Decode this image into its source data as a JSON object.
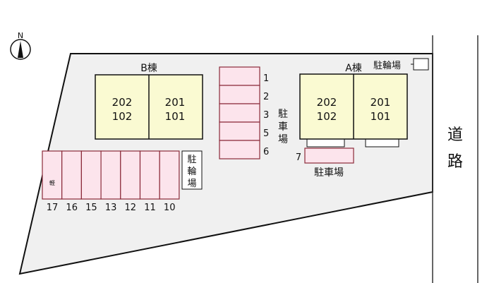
{
  "compass": {
    "label": "N"
  },
  "road": {
    "label_1": "道",
    "label_2": "路"
  },
  "building_b": {
    "title": "B棟",
    "units": [
      {
        "upper": "202",
        "lower": "102"
      },
      {
        "upper": "201",
        "lower": "101"
      }
    ]
  },
  "building_a": {
    "title": "A棟",
    "units": [
      {
        "upper": "202",
        "lower": "102"
      },
      {
        "upper": "201",
        "lower": "101"
      }
    ]
  },
  "parking_center": {
    "numbers": [
      "1",
      "2",
      "3",
      "5",
      "6"
    ],
    "label": [
      "駐",
      "車",
      "場"
    ]
  },
  "parking_a": {
    "number": "7",
    "label": "駐車場"
  },
  "parking_bottom": {
    "numbers": [
      "17",
      "16",
      "15",
      "13",
      "12",
      "11",
      "10"
    ],
    "kei_label": "軽"
  },
  "bicycle_b": {
    "label": [
      "駐",
      "輪",
      "場"
    ]
  },
  "bicycle_a": {
    "label": "駐輪場"
  },
  "colors": {
    "building": "#fafad2",
    "parking": "#fce4ec",
    "parking_border": "#8b2a3a",
    "lot": "#f0f0f0"
  }
}
